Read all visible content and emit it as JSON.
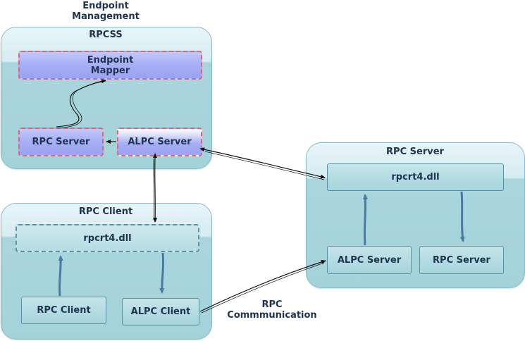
{
  "title": "Endpoint Management",
  "rpcss": {
    "label": "RPCSS",
    "endpoint_mapper": "Endpoint Mapper",
    "rpc_server": "RPC Server",
    "alpc_server": "ALPC Server"
  },
  "rpc_client": {
    "label": "RPC Client",
    "rpcrt4": "rpcrt4.dll",
    "rpc_client_box": "RPC Client",
    "alpc_client": "ALPC Client"
  },
  "rpc_server": {
    "label": "RPC Server",
    "rpcrt4": "rpcrt4.dll",
    "alpc_server": "ALPC Server",
    "rpc_server_box": "RPC Server"
  },
  "rpc_communication": "RPC Commmunication",
  "colors": {
    "container_fill": "#a9d6dc",
    "purple_box": "#a6aef6",
    "dash_red": "#e2666c",
    "arrow_blue": "#4a7aa0",
    "text": "#1f3350"
  }
}
